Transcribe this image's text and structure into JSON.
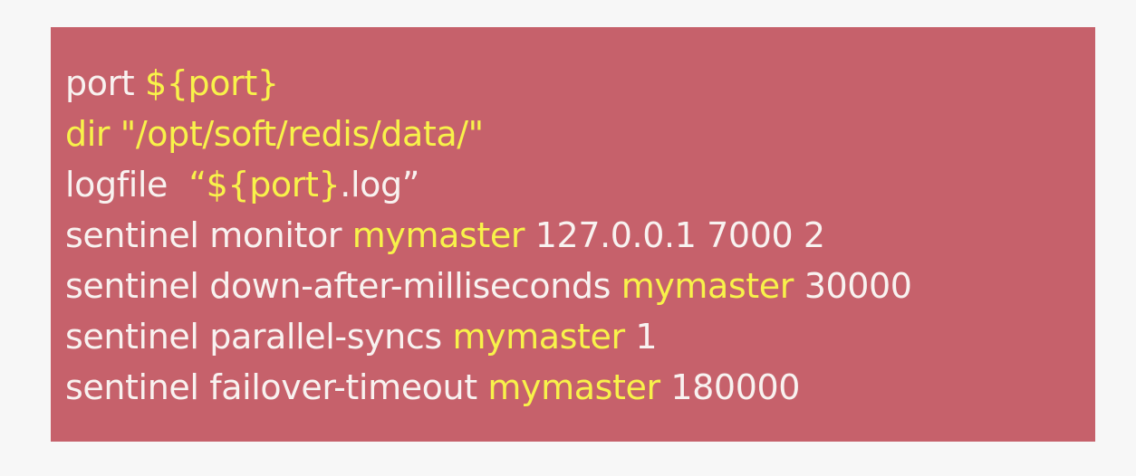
{
  "colors": {
    "page_background": "#f7f7f7",
    "box_background": "#c6616b",
    "plain_text": "#f8f2f0",
    "highlight_text": "#f8f24a"
  },
  "config": {
    "lines": [
      [
        {
          "text": "port ",
          "highlight": false
        },
        {
          "text": "${port}",
          "highlight": true
        }
      ],
      [
        {
          "text": "dir \"/opt/soft/redis/data/\"",
          "highlight": true
        }
      ],
      [
        {
          "text": "logfile  ",
          "highlight": false
        },
        {
          "text": "“${port}",
          "highlight": true
        },
        {
          "text": ".log”",
          "highlight": false
        }
      ],
      [
        {
          "text": "sentinel monitor ",
          "highlight": false
        },
        {
          "text": "mymaster",
          "highlight": true
        },
        {
          "text": " 127.0.0.1 7000 2",
          "highlight": false
        }
      ],
      [
        {
          "text": "sentinel down-after-milliseconds ",
          "highlight": false
        },
        {
          "text": "mymaster",
          "highlight": true
        },
        {
          "text": " 30000",
          "highlight": false
        }
      ],
      [
        {
          "text": "sentinel parallel-syncs ",
          "highlight": false
        },
        {
          "text": "mymaster",
          "highlight": true
        },
        {
          "text": " 1",
          "highlight": false
        }
      ],
      [
        {
          "text": "sentinel failover-timeout ",
          "highlight": false
        },
        {
          "text": "mymaster",
          "highlight": true
        },
        {
          "text": " 180000",
          "highlight": false
        }
      ]
    ]
  }
}
